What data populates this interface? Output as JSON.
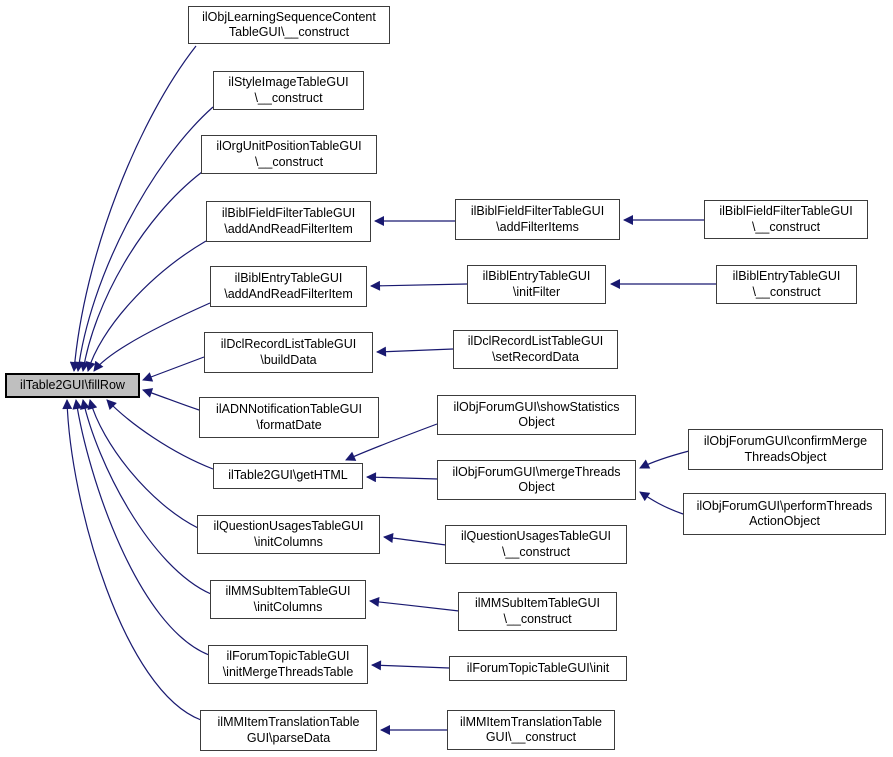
{
  "diagram": {
    "type": "doxygen-caller-graph",
    "main_function": "ilTable2GUI\\fillRow",
    "colors": {
      "edge_color": "#191970",
      "node_border_color": "#3c3c3c",
      "main_node_fill": "#bfbfbf",
      "node_fill": "#ffffff",
      "text_color": "#000000",
      "background": "#ffffff"
    }
  },
  "nodes": {
    "fillrow": {
      "lines": [
        "ilTable2GUI\\fillRow"
      ]
    },
    "lsc_construct": {
      "lines": [
        "ilObjLearningSequenceContent",
        "TableGUI\\__construct"
      ]
    },
    "styleimage_construct": {
      "lines": [
        "ilStyleImageTableGUI",
        "\\__construct"
      ]
    },
    "orgunit_construct": {
      "lines": [
        "ilOrgUnitPositionTableGUI",
        "\\__construct"
      ]
    },
    "biblfieldfilter_addread": {
      "lines": [
        "ilBiblFieldFilterTableGUI",
        "\\addAndReadFilterItem"
      ]
    },
    "biblentry_addread": {
      "lines": [
        "ilBiblEntryTableGUI",
        "\\addAndReadFilterItem"
      ]
    },
    "dclrecord_builddata": {
      "lines": [
        "ilDclRecordListTableGUI",
        "\\buildData"
      ]
    },
    "adn_formatdate": {
      "lines": [
        "ilADNNotificationTableGUI",
        "\\formatDate"
      ]
    },
    "gethtml": {
      "lines": [
        "ilTable2GUI\\getHTML"
      ]
    },
    "questionusages_initcolumns": {
      "lines": [
        "ilQuestionUsagesTableGUI",
        "\\initColumns"
      ]
    },
    "mmsubitem_initcolumns": {
      "lines": [
        "ilMMSubItemTableGUI",
        "\\initColumns"
      ]
    },
    "forumtopic_initmerge": {
      "lines": [
        "ilForumTopicTableGUI",
        "\\initMergeThreadsTable"
      ]
    },
    "mmitemtrans_parsedata": {
      "lines": [
        "ilMMItemTranslationTable",
        "GUI\\parseData"
      ]
    },
    "biblfieldfilter_addfilteritems": {
      "lines": [
        "ilBiblFieldFilterTableGUI",
        "\\addFilterItems"
      ]
    },
    "biblentry_initfilter": {
      "lines": [
        "ilBiblEntryTableGUI",
        "\\initFilter"
      ]
    },
    "dclrecord_setrecorddata": {
      "lines": [
        "ilDclRecordListTableGUI",
        "\\setRecordData"
      ]
    },
    "objforum_showstatistics": {
      "lines": [
        "ilObjForumGUI\\showStatistics",
        "Object"
      ]
    },
    "objforum_mergethreads": {
      "lines": [
        "ilObjForumGUI\\mergeThreads",
        "Object"
      ]
    },
    "questionusages_construct": {
      "lines": [
        "ilQuestionUsagesTableGUI",
        "\\__construct"
      ]
    },
    "mmsubitem_construct": {
      "lines": [
        "ilMMSubItemTableGUI",
        "\\__construct"
      ]
    },
    "forumtopic_init": {
      "lines": [
        "ilForumTopicTableGUI\\init"
      ]
    },
    "mmitemtrans_construct": {
      "lines": [
        "ilMMItemTranslationTable",
        "GUI\\__construct"
      ]
    },
    "biblfieldfilter_construct": {
      "lines": [
        "ilBiblFieldFilterTableGUI",
        "\\__construct"
      ]
    },
    "biblentry_construct": {
      "lines": [
        "ilBiblEntryTableGUI",
        "\\__construct"
      ]
    },
    "objforum_confirmmerge": {
      "lines": [
        "ilObjForumGUI\\confirmMerge",
        "ThreadsObject"
      ]
    },
    "objforum_performthreads": {
      "lines": [
        "ilObjForumGUI\\performThreads",
        "ActionObject"
      ]
    }
  },
  "edges": [
    {
      "from": "lsc_construct",
      "to": "fillrow"
    },
    {
      "from": "styleimage_construct",
      "to": "fillrow"
    },
    {
      "from": "orgunit_construct",
      "to": "fillrow"
    },
    {
      "from": "biblfieldfilter_addread",
      "to": "fillrow"
    },
    {
      "from": "biblentry_addread",
      "to": "fillrow"
    },
    {
      "from": "dclrecord_builddata",
      "to": "fillrow"
    },
    {
      "from": "adn_formatdate",
      "to": "fillrow"
    },
    {
      "from": "gethtml",
      "to": "fillrow"
    },
    {
      "from": "questionusages_initcolumns",
      "to": "fillrow"
    },
    {
      "from": "mmsubitem_initcolumns",
      "to": "fillrow"
    },
    {
      "from": "forumtopic_initmerge",
      "to": "fillrow"
    },
    {
      "from": "mmitemtrans_parsedata",
      "to": "fillrow"
    },
    {
      "from": "biblfieldfilter_addfilteritems",
      "to": "biblfieldfilter_addread"
    },
    {
      "from": "biblentry_initfilter",
      "to": "biblentry_addread"
    },
    {
      "from": "dclrecord_setrecorddata",
      "to": "dclrecord_builddata"
    },
    {
      "from": "objforum_showstatistics",
      "to": "gethtml"
    },
    {
      "from": "objforum_mergethreads",
      "to": "gethtml"
    },
    {
      "from": "questionusages_construct",
      "to": "questionusages_initcolumns"
    },
    {
      "from": "mmsubitem_construct",
      "to": "mmsubitem_initcolumns"
    },
    {
      "from": "forumtopic_init",
      "to": "forumtopic_initmerge"
    },
    {
      "from": "mmitemtrans_construct",
      "to": "mmitemtrans_parsedata"
    },
    {
      "from": "biblfieldfilter_construct",
      "to": "biblfieldfilter_addfilteritems"
    },
    {
      "from": "biblentry_construct",
      "to": "biblentry_initfilter"
    },
    {
      "from": "objforum_confirmmerge",
      "to": "objforum_mergethreads"
    },
    {
      "from": "objforum_performthreads",
      "to": "objforum_mergethreads"
    }
  ]
}
